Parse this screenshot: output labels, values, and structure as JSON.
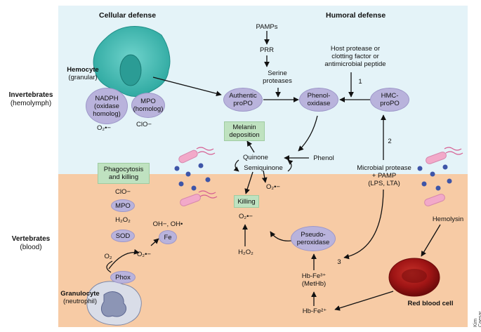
{
  "headers": {
    "cellular": "Cellular defense",
    "humoral": "Humoral defense"
  },
  "rows": {
    "invertebrates": {
      "title": "Invertebrates",
      "sub": "(hemolymph)"
    },
    "vertebrates": {
      "title": "Vertebrates",
      "sub": "(blood)"
    }
  },
  "cells": {
    "hemocyte": {
      "title": "Hemocyte",
      "sub": "(granular)"
    },
    "granulocyte": {
      "title": "Granulocyte",
      "sub": "(neutrophil)"
    },
    "rbc": "Red blood cell",
    "hemolysin": "Hemolysin"
  },
  "ovals": {
    "nadph": "NADPH\n(oxidase\nhomolog)",
    "mpo_homolog": "MPO\n(homolog)",
    "authentic_propo": "Authentic\nproPO",
    "phenoloxidase": "Phenol-\noxidase",
    "hmc_propo": "HMC-\nproPO",
    "mpo": "MPO",
    "sod": "SOD",
    "fe": "Fe",
    "phox": "Phox",
    "pseudo_peroxidase": "Pseudo-\nperoxidase"
  },
  "boxes": {
    "melanin": "Melanin\ndeposition",
    "phagocytosis": "Phagocytosis\nand killing",
    "killing": "Killing"
  },
  "text": {
    "pamps": "PAMPs",
    "prr": "PRR",
    "serine": "Serine\nproteases",
    "host_protease": "Host protease or\nclotting factor or\nantimicrobial peptide",
    "step1": "1",
    "step2": "2",
    "step3": "3",
    "o2_superoxide_top": "O₂•−",
    "clo_top": "ClO−",
    "quinone": "Quinone",
    "semiquinone": "Semiquinone",
    "phenol": "Phenol",
    "o2_superoxide_mid": "O₂•−",
    "microbial_protease": "Microbial protease\n+ PAMP\n(LPS, LTA)",
    "clo_vert": "ClO−",
    "h2o2_vert": "H₂O₂",
    "oh_radicals": "OH−, OH•",
    "o2_left": "O₂",
    "o2_superoxide_sod": "O₂•−",
    "o2_superoxide_kill": "O₂•−",
    "h2o2_kill": "H₂O₂",
    "hbfe3": "Hb-Fe³⁺\n(MetHb)",
    "hbfe2": "Hb-Fe²⁺"
  },
  "credit": "Kim Caesar",
  "colors": {
    "invertebrate_bg": "#e4f3f8",
    "vertebrate_bg": "#f7cba5",
    "oval_fill": "#b9b3dc",
    "box_fill": "#bfe2c0",
    "hemocyte": "#4dbfb8",
    "rbc": "#a7191a",
    "bacteria": "#f2a9c9",
    "dots": "#3e55a8"
  }
}
